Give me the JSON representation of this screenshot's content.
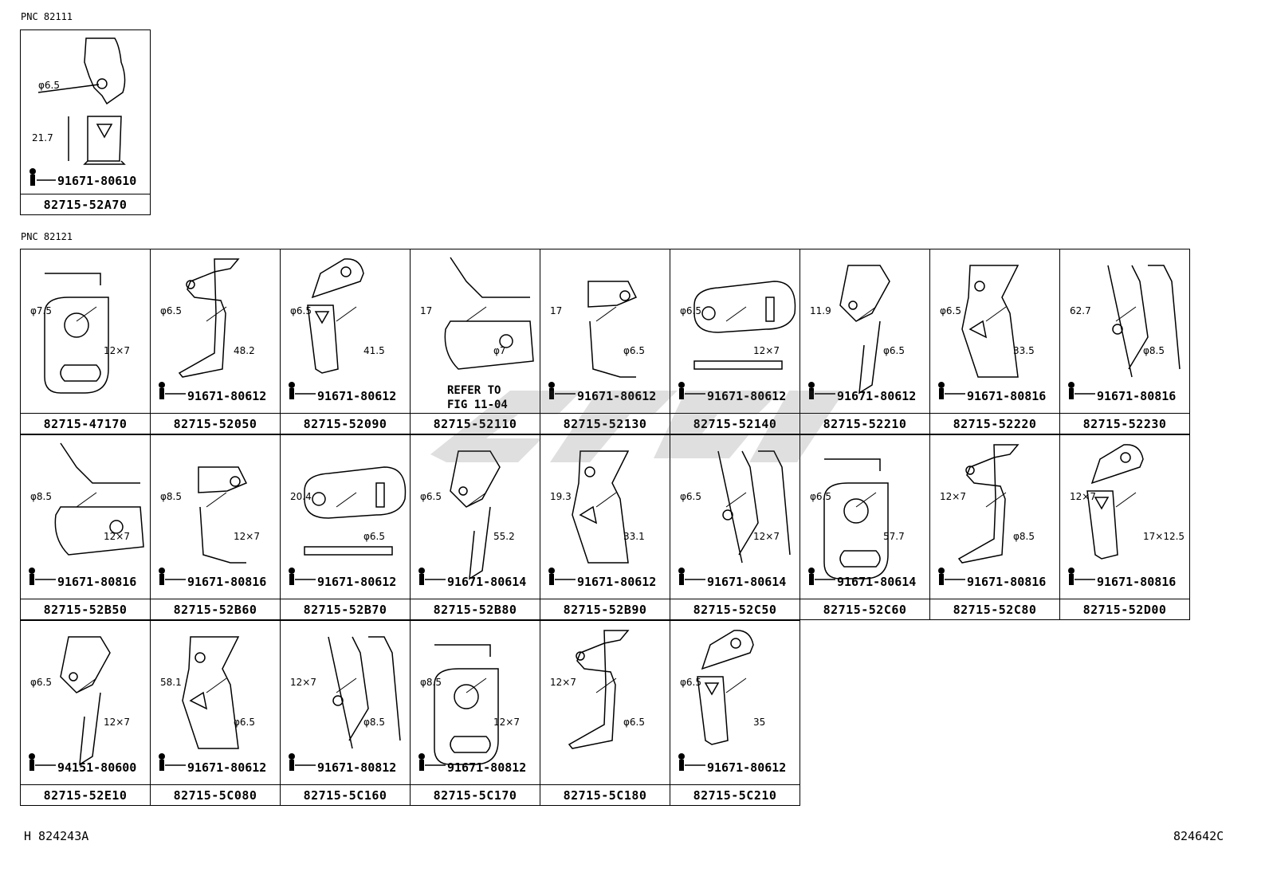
{
  "header": {
    "pnc_top": "PNC 82111",
    "pnc_main": "PNC 82121"
  },
  "top_part": {
    "part_number": "82715-52A70",
    "bolt": "91671-80610",
    "dims": [
      "φ6.5",
      "21.7"
    ]
  },
  "rows": [
    [
      {
        "part": "82715-47170",
        "bolt": "",
        "dims": [
          "φ7.5",
          "12×7"
        ]
      },
      {
        "part": "82715-52050",
        "bolt": "91671-80612",
        "dims": [
          "φ6.5",
          "48.2"
        ]
      },
      {
        "part": "82715-52090",
        "bolt": "91671-80612",
        "dims": [
          "φ6.5",
          "41.5"
        ]
      },
      {
        "part": "82715-52110",
        "bolt": "",
        "dims": [
          "17",
          "φ7"
        ],
        "note": "REFER TO\nFIG 11-04"
      },
      {
        "part": "82715-52130",
        "bolt": "91671-80612",
        "dims": [
          "17",
          "φ6.5"
        ]
      },
      {
        "part": "82715-52140",
        "bolt": "91671-80612",
        "dims": [
          "φ6.5",
          "12×7"
        ]
      },
      {
        "part": "82715-52210",
        "bolt": "91671-80612",
        "dims": [
          "11.9",
          "φ6.5"
        ]
      },
      {
        "part": "82715-52220",
        "bolt": "91671-80816",
        "dims": [
          "φ6.5",
          "33.5"
        ]
      },
      {
        "part": "82715-52230",
        "bolt": "91671-80816",
        "dims": [
          "62.7",
          "φ8.5"
        ]
      }
    ],
    [
      {
        "part": "82715-52B50",
        "bolt": "91671-80816",
        "dims": [
          "φ8.5",
          "12×7"
        ]
      },
      {
        "part": "82715-52B60",
        "bolt": "91671-80816",
        "dims": [
          "φ8.5",
          "12×7"
        ]
      },
      {
        "part": "82715-52B70",
        "bolt": "91671-80612",
        "dims": [
          "20.4",
          "φ6.5"
        ]
      },
      {
        "part": "82715-52B80",
        "bolt": "91671-80614",
        "dims": [
          "φ6.5",
          "55.2"
        ]
      },
      {
        "part": "82715-52B90",
        "bolt": "91671-80612",
        "dims": [
          "19.3",
          "33.1"
        ]
      },
      {
        "part": "82715-52C50",
        "bolt": "91671-80614",
        "dims": [
          "φ6.5",
          "12×7"
        ]
      },
      {
        "part": "82715-52C60",
        "bolt": "91671-80614",
        "dims": [
          "φ6.5",
          "57.7"
        ]
      },
      {
        "part": "82715-52C80",
        "bolt": "91671-80816",
        "dims": [
          "12×7",
          "φ8.5"
        ]
      },
      {
        "part": "82715-52D00",
        "bolt": "91671-80816",
        "dims": [
          "12×7",
          "17×12.5"
        ]
      }
    ],
    [
      {
        "part": "82715-52E10",
        "bolt": "94151-80600",
        "dims": [
          "φ6.5",
          "12×7"
        ]
      },
      {
        "part": "82715-5C080",
        "bolt": "91671-80612",
        "dims": [
          "58.1",
          "φ6.5"
        ]
      },
      {
        "part": "82715-5C160",
        "bolt": "91671-80812",
        "dims": [
          "12×7",
          "φ8.5"
        ]
      },
      {
        "part": "82715-5C170",
        "bolt": "91671-80812",
        "dims": [
          "φ8.5",
          "12×7"
        ]
      },
      {
        "part": "82715-5C180",
        "bolt": "",
        "dims": [
          "12×7",
          "φ6.5"
        ]
      },
      {
        "part": "82715-5C210",
        "bolt": "91671-80612",
        "dims": [
          "φ6.5",
          "35"
        ]
      }
    ]
  ],
  "footer": {
    "left": "H 824243A",
    "right": "824642C"
  }
}
